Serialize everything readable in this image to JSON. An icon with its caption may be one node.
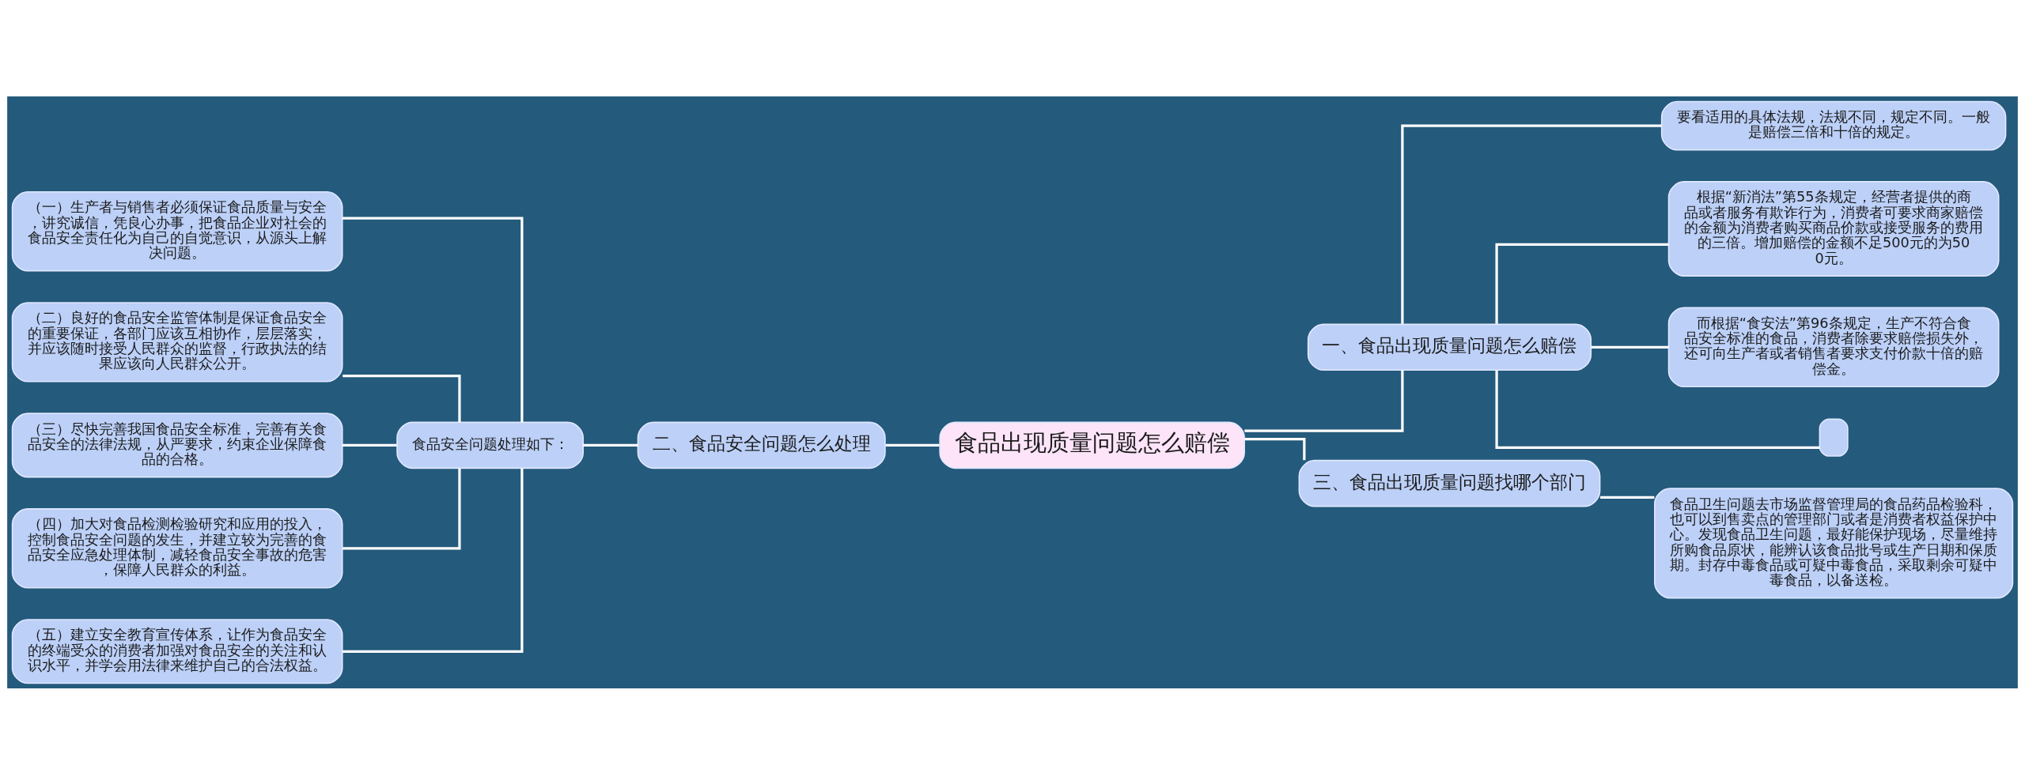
{
  "diagram": {
    "nodes": [
      {
        "text": [
          "食品出现质量问题怎么赔偿"
        ]
      },
      {
        "text": [
          "一、食品出现质量问题怎么赔偿"
        ]
      },
      {
        "text": [
          "要看适用的具体法规，法规不同，规定不同。一般是赔偿三倍和十倍的规定。"
        ]
      },
      {
        "text": [
          "根据“新消法”第55条规定，经营者提供的商品或者服务有欺诈行为，消费者可要求商家赔偿的金额为消费者购买商品价款或接受服务的费用的三倍。增加赔偿的金额不足500元的为500元。"
        ]
      },
      {
        "text": [
          "而根据“食安法”第96条规定，生产不符合食品安全标准的食品，消费者除要求赔偿损失外，还可向生产者或者销售者要求支付价款十倍的赔偿金。"
        ]
      },
      {
        "text": [],
        "shape": "box"
      },
      {
        "text": [
          "三、食品出现质量问题找哪个部门"
        ]
      },
      {
        "text": [
          "食品卫生问题去市场监督管理局的食品药品检验科，也可以到售卖点的管理部门或者是消费者权益保护中心。发现食品卫生问题，最好能保护现场，尽量维持所购食品原状，能辨认该食品批号或生产日期和保质期。封存中毒食品或可疑中毒食品，采取剩余可疑中毒食品，以备送检。"
        ]
      },
      {
        "text": [
          "二、食品安全问题怎么处理"
        ]
      },
      {
        "text": [
          "食品安全问题处理如下："
        ]
      },
      {
        "text": [
          "（一）生产者与销售者必须保证食品质量与安全，讲究诚信，凭良心办事，把食品企业对社会的食品安全责任化为自己的自觉意识，从源头上解决问题。"
        ]
      },
      {
        "text": [
          "（二）良好的食品安全监管体制是保证食品安全的重要保证，各部门应该互相协作，层层落实，并应该随时接受人民群众的监督，行政执法的结果应该向人民群众公开。"
        ]
      },
      {
        "text": [
          "（三）尽快完善我国食品安全标准，完善有关食品安全的法律法规，从严要求，约束企业保障食品的合格。"
        ]
      },
      {
        "text": [
          "（四）加大对食品检测检验研究和应用的投入，控制食品安全问题的发生，并建立较为完善的食品安全应急处理体制，减轻食品安全事故的危害，保障人民群众的利益。"
        ]
      },
      {
        "text": [
          "（五）建立安全教育宣传体系，让作为食品安全的终端受众的消费者加强对食品安全的关注和认识水平，并学会用法律来维护自己的合法权益。"
        ]
      }
    ],
    "edges": [
      {
        "from": 0,
        "to": 1,
        "arrow": "none"
      },
      {
        "from": 1,
        "to": 2,
        "arrow": "none"
      },
      {
        "from": 1,
        "to": 3,
        "arrow": "none"
      },
      {
        "from": 1,
        "to": 4,
        "arrow": "none"
      },
      {
        "from": 1,
        "to": 5,
        "arrow": "none"
      },
      {
        "from": 0,
        "to": 6,
        "arrow": "none"
      },
      {
        "from": 6,
        "to": 7,
        "arrow": "none"
      },
      {
        "from": 0,
        "to": 8,
        "arrow": "none"
      },
      {
        "from": 8,
        "to": 9,
        "arrow": "none"
      },
      {
        "from": 9,
        "to": 10,
        "arrow": "none"
      },
      {
        "from": 9,
        "to": 11,
        "arrow": "none"
      },
      {
        "from": 9,
        "to": 12,
        "arrow": "none"
      },
      {
        "from": 9,
        "to": 13,
        "arrow": "none"
      },
      {
        "from": 9,
        "to": 14,
        "arrow": "none"
      }
    ]
  }
}
